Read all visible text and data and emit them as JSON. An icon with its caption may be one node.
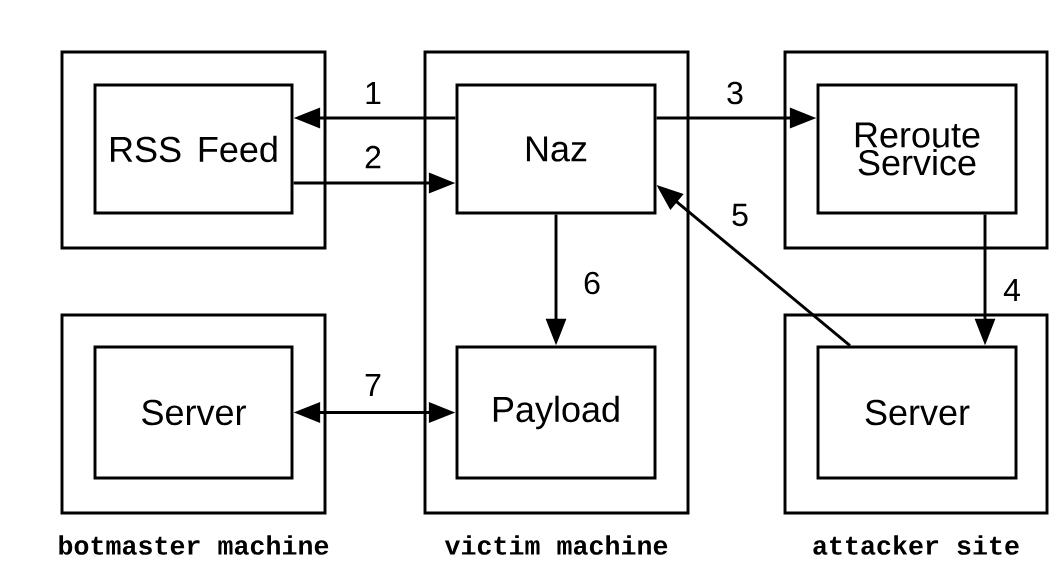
{
  "diagram": {
    "nodes": [
      {
        "text": [],
        "shape": "box"
      },
      {
        "text": [
          "RSS Feed"
        ],
        "in": 0
      },
      {
        "text": [
          "victim machine"
        ]
      },
      {
        "text": [
          "Naz"
        ],
        "in": 2
      },
      {
        "text": [
          "Payload"
        ],
        "in": 2
      },
      {
        "text": [],
        "shape": "box"
      },
      {
        "text": [
          "Reroute Service"
        ],
        "in": 5
      },
      {
        "text": [
          "botmaster machine"
        ]
      },
      {
        "text": [
          "Server"
        ],
        "in": 7
      },
      {
        "text": [
          "attacker site"
        ]
      },
      {
        "text": [
          "Server"
        ],
        "in": 9
      }
    ],
    "edges": [
      {
        "from": 3,
        "to": 1,
        "arrow": "to",
        "label": "1"
      },
      {
        "from": 1,
        "to": 3,
        "arrow": "to",
        "label": "2"
      },
      {
        "from": 3,
        "to": 6,
        "arrow": "to",
        "label": "3"
      },
      {
        "from": 6,
        "to": 10,
        "arrow": "to",
        "label": "4"
      },
      {
        "from": 10,
        "to": 3,
        "arrow": "to",
        "label": "5"
      },
      {
        "from": 3,
        "to": 4,
        "arrow": "to",
        "label": "6"
      },
      {
        "from": 8,
        "to": 4,
        "arrow": "both",
        "label": "7"
      }
    ]
  }
}
